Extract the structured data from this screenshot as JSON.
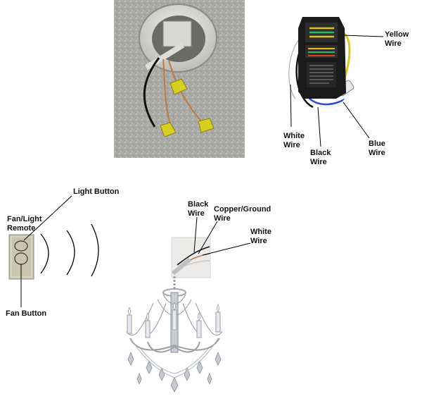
{
  "labels": {
    "yellow_wire": [
      "Yellow",
      "Wire"
    ],
    "white_wire_receiver": [
      "White",
      "Wire"
    ],
    "black_wire_receiver": [
      "Black",
      "Wire"
    ],
    "blue_wire": [
      "Blue",
      "Wire"
    ],
    "light_button": [
      "Light Button"
    ],
    "remote": [
      "Fan/Light",
      "Remote"
    ],
    "fan_button": [
      "Fan Button"
    ],
    "black_wire_fixture": [
      "Black",
      "Wire"
    ],
    "ground_wire": [
      "Copper/Ground",
      "Wire"
    ],
    "white_wire_fixture": [
      "White",
      "Wire"
    ]
  },
  "colors": {
    "ceiling": "#a9a9a6",
    "receiver_body": "#1a1a1a",
    "remote_body": "#c9c6ad",
    "wire_nut": "#d8d020",
    "yellow": "#d8c81c",
    "blue": "#2a4bd0",
    "copper": "#c07a3a",
    "crystal": "#b9bcc2"
  },
  "icons": [
    "electrical-box-photo",
    "receiver-module",
    "remote-control",
    "signal-waves",
    "chandelier-fixture"
  ]
}
